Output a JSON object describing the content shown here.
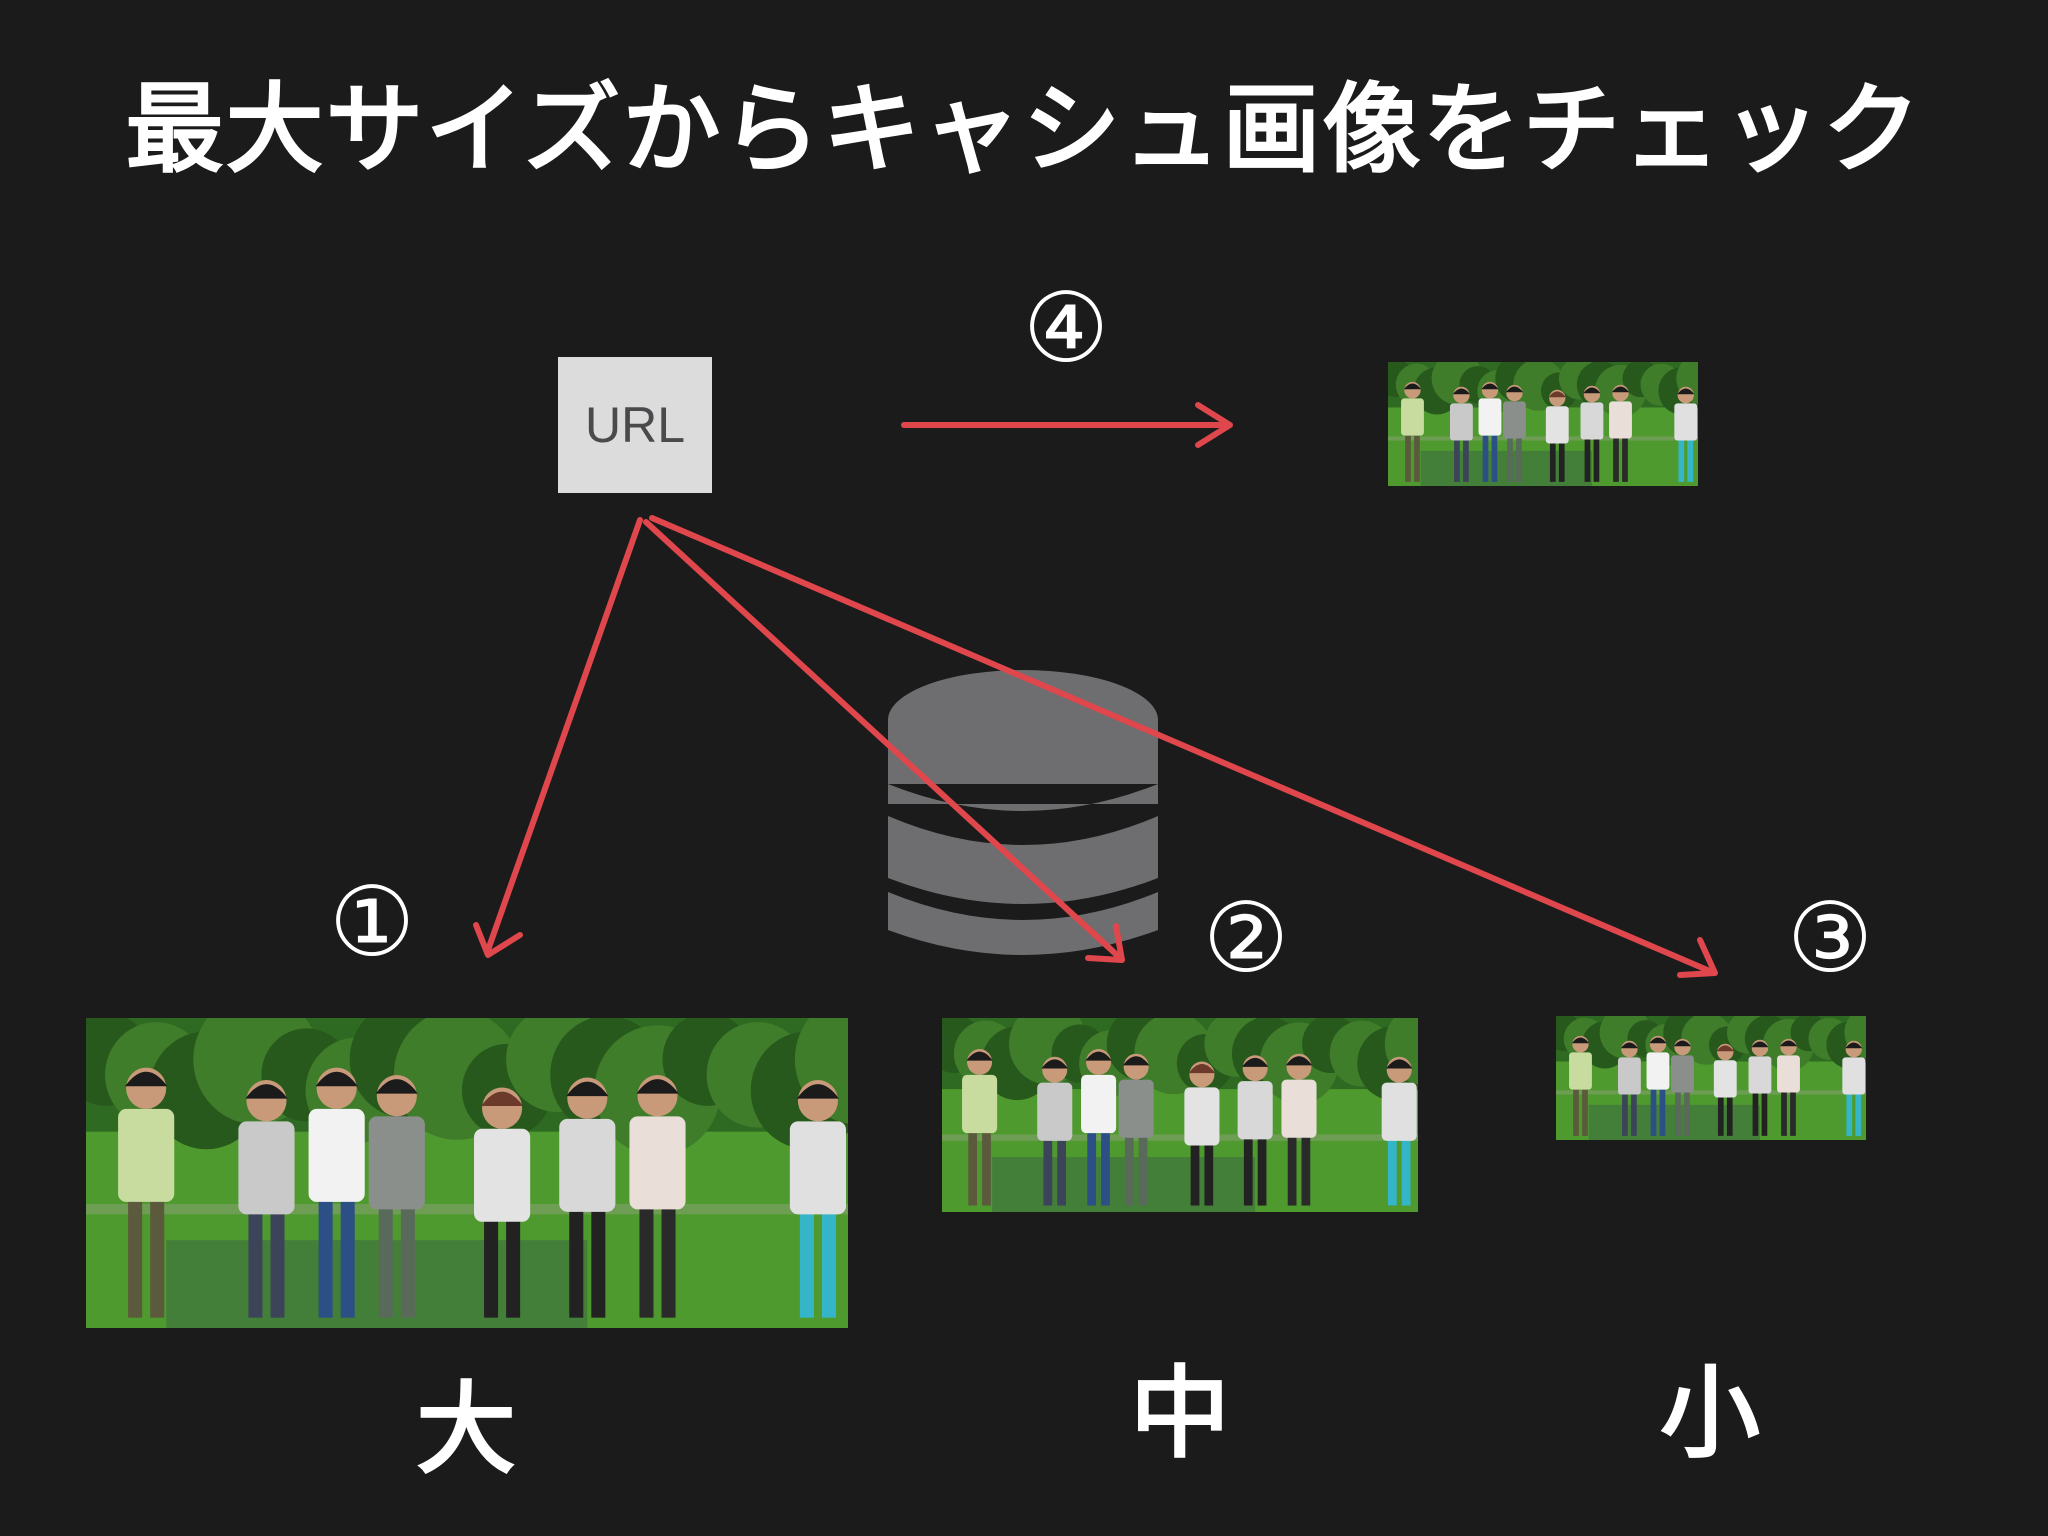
{
  "title": "最大サイズからキャシュ画像をチェック",
  "url_box": {
    "label": "URL"
  },
  "steps": [
    "①",
    "②",
    "③",
    "④"
  ],
  "sizes": {
    "large": "大",
    "medium": "中",
    "small": "小"
  },
  "colors": {
    "background": "#1b1b1c",
    "arrow": "#e0474c",
    "database": "#6e6e70",
    "url_box": "#dcdcdd",
    "grass": "#4f9a2e",
    "trees": "#2f6a22"
  },
  "icons": {
    "cache": "database-icon",
    "image": "group-photo-thumbnail"
  }
}
